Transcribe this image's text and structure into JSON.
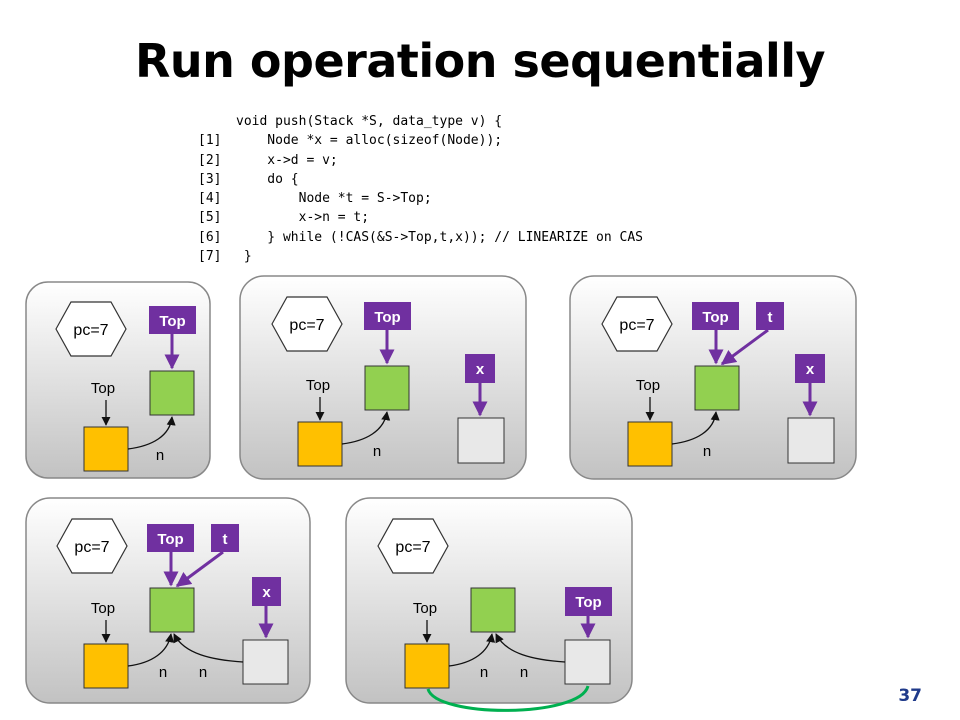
{
  "title": "Run operation sequentially",
  "code": [
    {
      "num": "",
      "text": "void push(Stack *S, data_type v) {"
    },
    {
      "num": "[1]",
      "text": "    Node *x = alloc(sizeof(Node));"
    },
    {
      "num": "[2]",
      "text": "    x->d = v;"
    },
    {
      "num": "[3]",
      "text": "    do {"
    },
    {
      "num": "[4]",
      "text": "        Node *t = S->Top;"
    },
    {
      "num": "[5]",
      "text": "        x->n = t;"
    },
    {
      "num": "[6]",
      "text": "    } while (!CAS(&S->Top,t,x)); // LINEARIZE on CAS"
    },
    {
      "num": "[7]",
      "text": " }"
    }
  ],
  "panels": {
    "p1": {
      "pc": "pc=7",
      "top_badge": "Top",
      "top_label": "Top",
      "n1": "n"
    },
    "p2": {
      "pc": "pc=7",
      "top_badge": "Top",
      "x_badge": "x",
      "top_label": "Top",
      "n1": "n"
    },
    "p3": {
      "pc": "pc=7",
      "top_badge": "Top",
      "t_badge": "t",
      "x_badge": "x",
      "top_label": "Top",
      "n1": "n"
    },
    "p4": {
      "pc": "pc=7",
      "top_badge": "Top",
      "t_badge": "t",
      "x_badge": "x",
      "top_label": "Top",
      "n1": "n",
      "n2": "n"
    },
    "p5": {
      "pc": "pc=7",
      "top_badge": "Top",
      "top_label": "Top",
      "n1": "n",
      "n2": "n"
    }
  },
  "colors": {
    "purple": "#7030a0",
    "green": "#92d050",
    "yellow": "#ffc000",
    "gray": "#e0e0e0",
    "link_green": "#00b050"
  },
  "page_number": "37"
}
